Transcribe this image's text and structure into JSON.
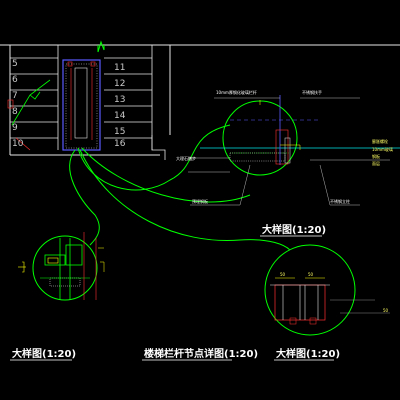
{
  "drawing": {
    "stair_steps_left": [
      "5",
      "6",
      "7",
      "8",
      "9",
      "10"
    ],
    "stair_steps_right": [
      "11",
      "12",
      "13",
      "14",
      "15",
      "16"
    ],
    "titles": {
      "detail_a": "大样图(1:20)",
      "detail_b": "大样图(1:20)",
      "detail_c": "大样图(1:20)",
      "node_detail": "楼梯栏杆节点详图(1:20)"
    },
    "annotations": {
      "top_left": "10mm厚钢化玻璃栏杆",
      "top_right": "不锈钢扶手",
      "mid_left": "大理石踏步",
      "bottom_left": "预埋钢板",
      "bottom_right": "不锈钢立柱",
      "right_1": "膨胀螺栓",
      "right_2": "10mm玻璃",
      "right_3": "钢板",
      "right_4": "面层",
      "dim_a": "50",
      "dim_b": "50",
      "dim_c": "50"
    }
  },
  "colors": {
    "background": "#000000",
    "line_white": "#e6e6e6",
    "line_green": "#00ff00",
    "line_blue": "#5a5aff",
    "line_red": "#ff3030",
    "line_cyan": "#00e5e5",
    "line_yellow": "#ffff00"
  }
}
